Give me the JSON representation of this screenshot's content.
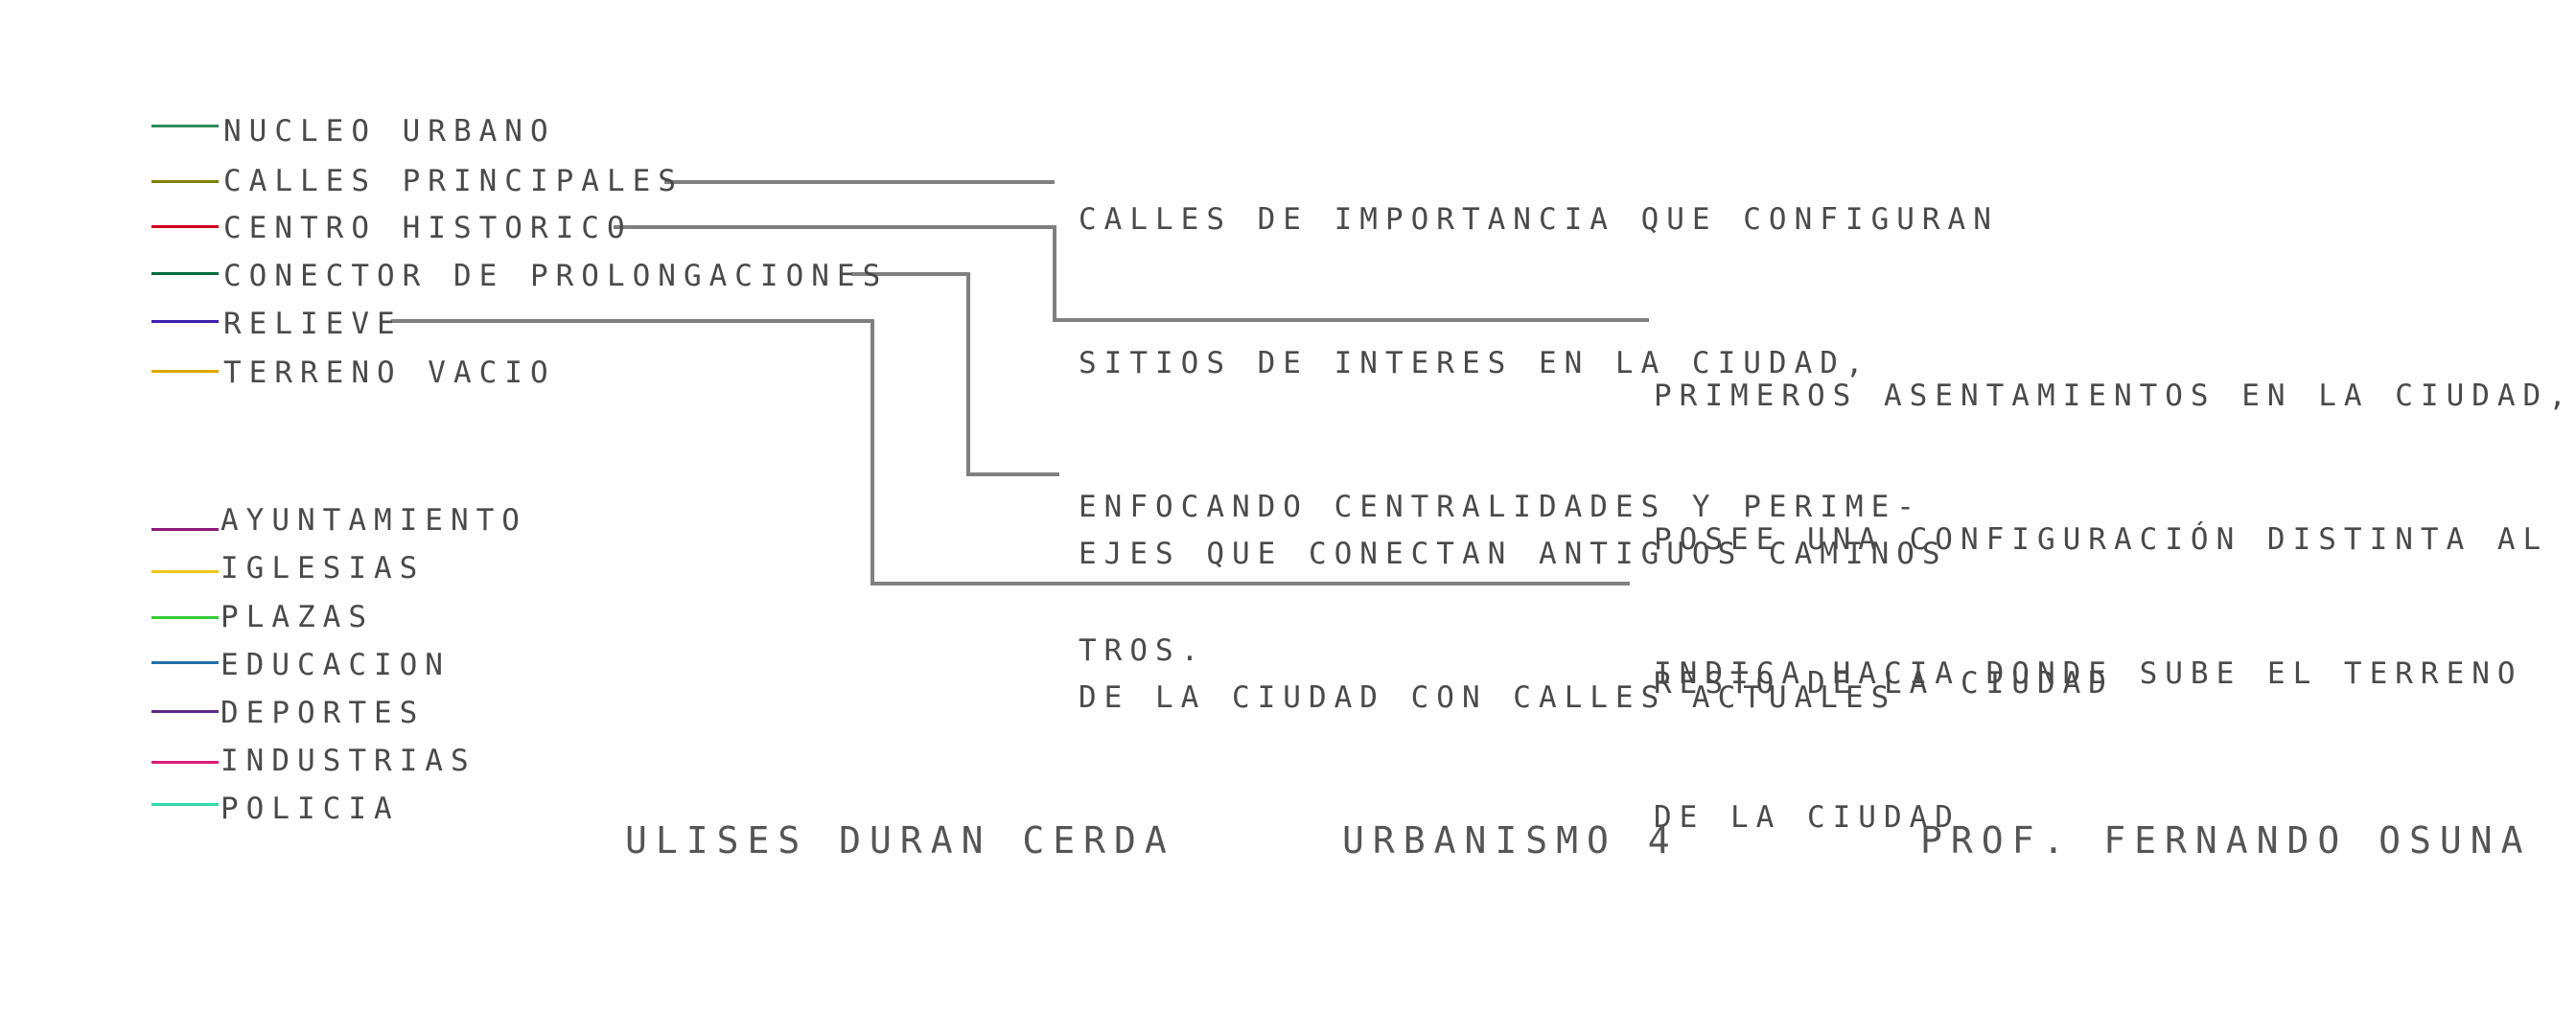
{
  "legend_lines": [
    {
      "label": "NUCLEO URBANO",
      "color": "#2e8b57"
    },
    {
      "label": "CALLES PRINCIPALES",
      "color": "#808000"
    },
    {
      "label": "CENTRO HISTORICO",
      "color": "#d0021b"
    },
    {
      "label": "CONECTOR DE PROLONGACIONES",
      "color": "#006b3c"
    },
    {
      "label": "RELIEVE",
      "color": "#3f1fb0"
    },
    {
      "label": "TERRENO VACIO",
      "color": "#e0a800"
    }
  ],
  "legend_places": [
    {
      "label": "AYUNTAMIENTO",
      "color": "#8b1a7a"
    },
    {
      "label": "IGLESIAS",
      "color": "#f2c81a"
    },
    {
      "label": "PLAZAS",
      "color": "#33cc33"
    },
    {
      "label": "EDUCACION",
      "color": "#1f6fa5"
    },
    {
      "label": "DEPORTES",
      "color": "#5b2a86"
    },
    {
      "label": "INDUSTRIAS",
      "color": "#d81b7a"
    },
    {
      "label": "POLICIA",
      "color": "#33d9a6"
    }
  ],
  "notes": {
    "calles": [
      "CALLES DE IMPORTANCIA QUE CONFIGURAN",
      "SITIOS DE INTERES EN LA CIUDAD,",
      "ENFOCANDO CENTRALIDADES Y PERIME-",
      "TROS."
    ],
    "centro": [
      "PRIMEROS ASENTAMIENTOS EN LA CIUDAD,",
      "POSEE UNA CONFIGURACIÓN DISTINTA AL",
      "RESTO DE LA CIUDAD"
    ],
    "conector": [
      "EJES QUE CONECTAN ANTIGUOS CAMINOS",
      "DE LA CIUDAD CON CALLES ACTUALES"
    ],
    "relieve": [
      "INDICA HACIA DONDE SUBE EL TERRENO",
      "DE LA CIUDAD"
    ]
  },
  "footer": {
    "author": "ULISES DURAN CERDA",
    "course": "URBANISMO 4",
    "professor": "PROF. FERNANDO OSUNA"
  },
  "leader_color": "#808080"
}
